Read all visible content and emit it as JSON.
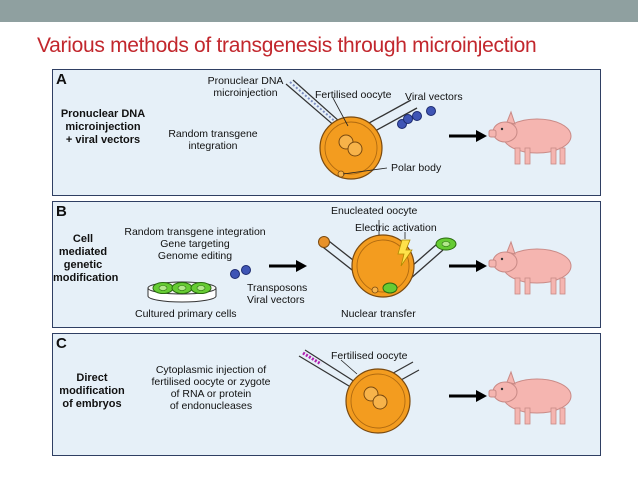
{
  "slide": {
    "title": "Various methods of transgenesis through microinjection"
  },
  "panels": [
    {
      "letter": "A",
      "method": [
        "Pronuclear DNA",
        "microinjection",
        "+ viral vectors"
      ],
      "labels": {
        "pronuclear_injection": [
          "Pronuclear DNA",
          "microinjection"
        ],
        "fertilised_oocyte": "Fertilised oocyte",
        "viral_vectors": "Viral vectors",
        "random_integration": [
          "Random transgene",
          "integration"
        ],
        "polar_body": "Polar body"
      }
    },
    {
      "letter": "B",
      "method": [
        "Cell",
        "mediated",
        "genetic",
        "modification"
      ],
      "labels": {
        "techniques": [
          "Random transgene integration",
          "Gene targeting",
          "Genome editing"
        ],
        "transposons": [
          "Transposons",
          "Viral vectors"
        ],
        "cultured_cells": "Cultured primary cells",
        "enucleated_oocyte": "Enucleated oocyte",
        "electric_activation": "Electric activation",
        "nuclear_transfer": "Nuclear transfer"
      }
    },
    {
      "letter": "C",
      "method": [
        "Direct",
        "modification",
        "of embryos"
      ],
      "labels": {
        "fertilised_oocyte": "Fertilised oocyte",
        "injection_desc": [
          "Cytoplasmic injection of",
          "fertilised oocyte or zygote",
          "of RNA or protein",
          "of endonucleases"
        ]
      }
    }
  ],
  "colors": {
    "title": "#c2272d",
    "topbar": "#8fa0a0",
    "panel_bg": "#e6f0f8",
    "panel_border": "#2f3f63",
    "oocyte": "#f39c1f",
    "cell_green": "#66cc33",
    "vector_blue": "#3f55b5",
    "pig": "#f5b5b0"
  },
  "icons": [
    "microinjection-pipette",
    "oocyte",
    "viral-vector",
    "arrow-right",
    "pig",
    "lightning-bolt",
    "cell-culture-dish"
  ]
}
